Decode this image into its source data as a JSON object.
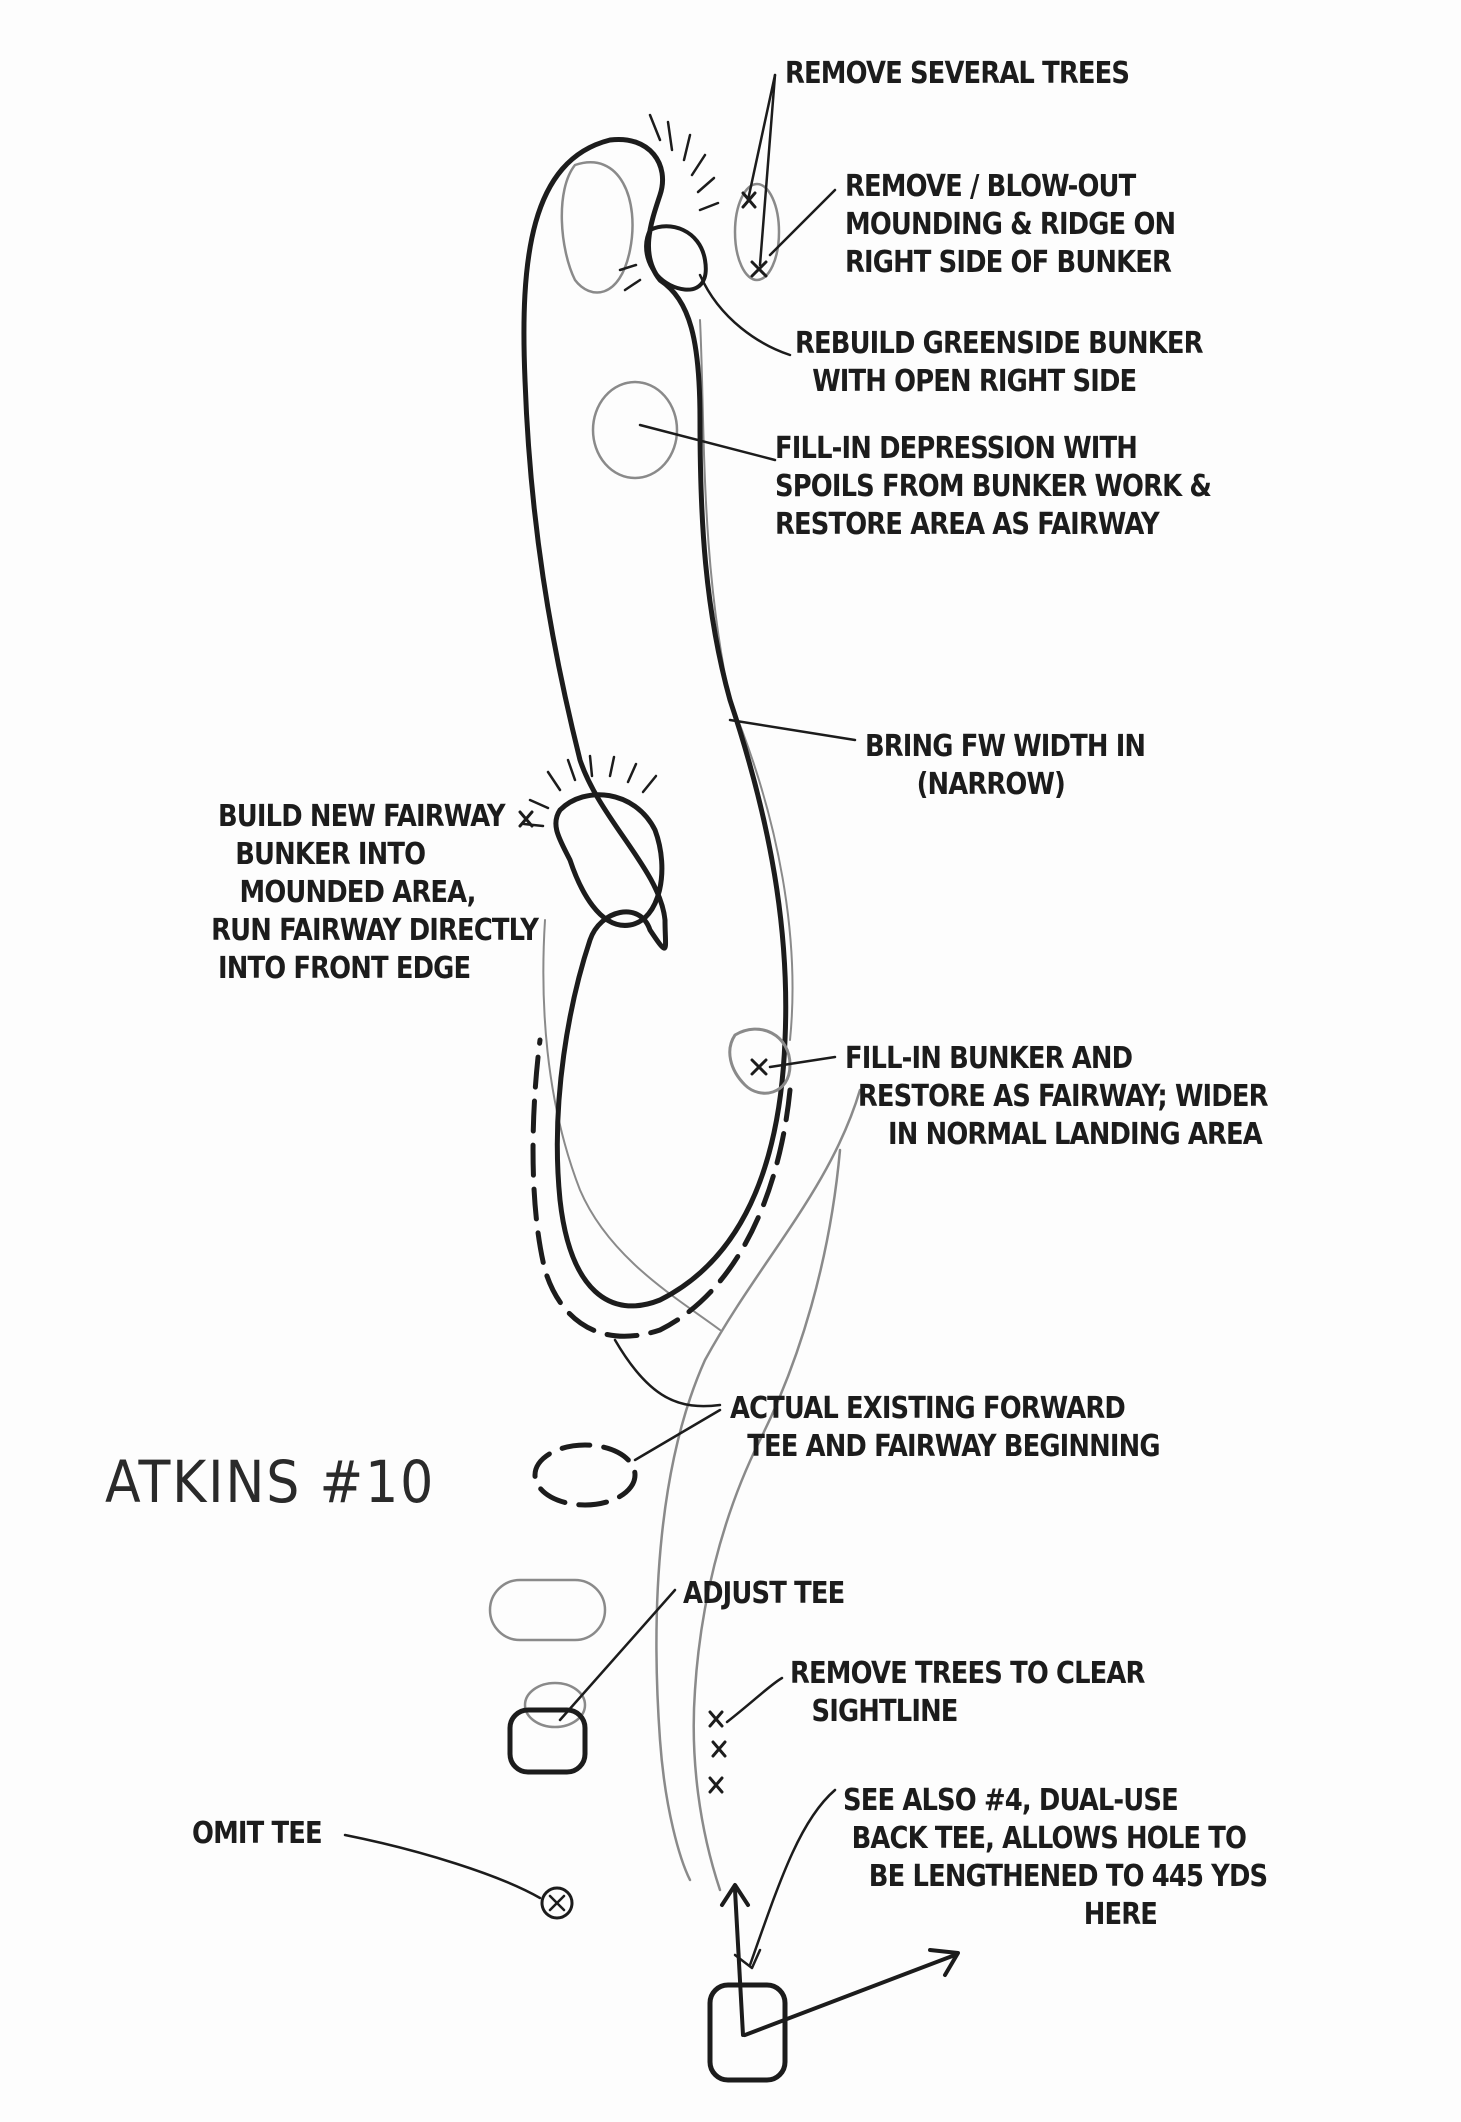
{
  "title": "ATKINS #10",
  "notes": {
    "remove_trees_top": "REMOVE SEVERAL TREES",
    "mounding": [
      "REMOVE / BLOW-OUT",
      "MOUNDING & RIDGE ON",
      "RIGHT SIDE OF BUNKER"
    ],
    "greenside_bunker": [
      "REBUILD GREENSIDE BUNKER",
      "WITH OPEN RIGHT SIDE"
    ],
    "fill_depression": [
      "FILL-IN DEPRESSION WITH",
      "SPOILS FROM BUNKER WORK &",
      "RESTORE AREA AS FAIRWAY"
    ],
    "fairway_width": [
      "BRING FW WIDTH IN",
      "(NARROW)"
    ],
    "new_fairway_bunker": [
      "BUILD NEW FAIRWAY",
      "BUNKER INTO",
      "MOUNDED AREA,",
      "RUN FAIRWAY DIRECTLY",
      "INTO FRONT EDGE"
    ],
    "fill_bunker": [
      "FILL-IN BUNKER AND",
      "RESTORE AS FAIRWAY; WIDER",
      "IN NORMAL LANDING AREA"
    ],
    "forward_tee": [
      "ACTUAL EXISTING FORWARD",
      "TEE AND FAIRWAY BEGINNING"
    ],
    "adjust_tee": "ADJUST TEE",
    "remove_trees_sightline": [
      "REMOVE TREES TO CLEAR",
      "SIGHTLINE"
    ],
    "omit_tee": "OMIT TEE",
    "back_tee": [
      "SEE ALSO #4, DUAL-USE",
      "BACK TEE, ALLOWS HOLE TO",
      "BE LENGTHENED TO 445 YDS",
      "HERE"
    ]
  },
  "colors": {
    "ink": "#1c1c1c",
    "pencil": "#8a8a8a",
    "paper": "#fdfdfd"
  }
}
